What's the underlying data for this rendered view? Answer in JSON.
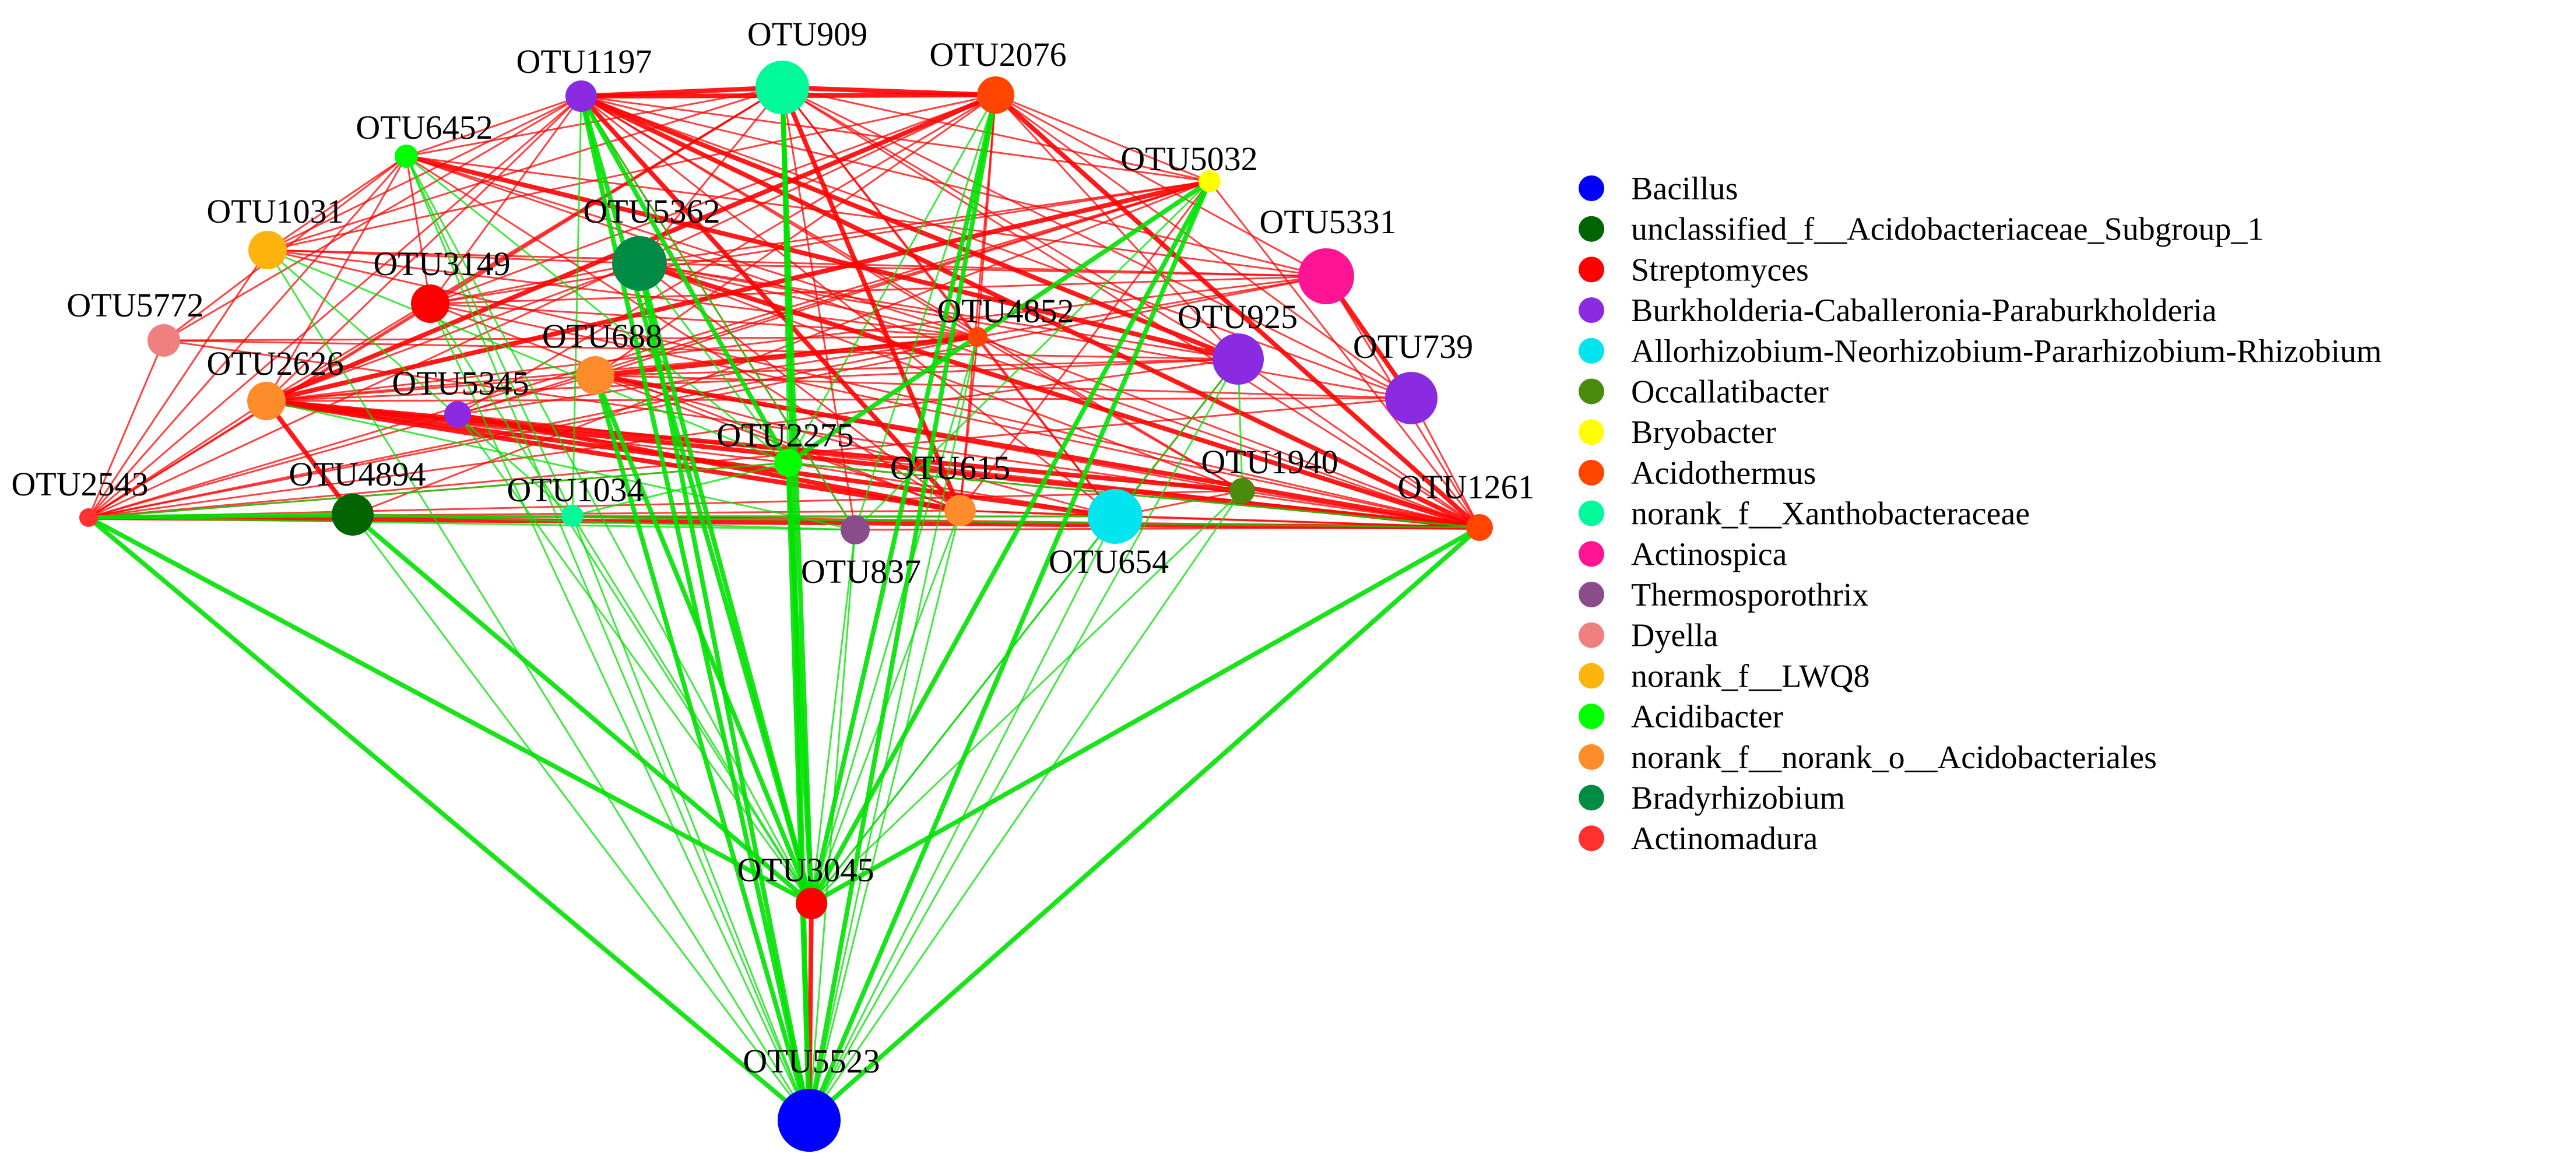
{
  "legend": [
    {
      "name": "Bacillus",
      "color": "#0000ff"
    },
    {
      "name": "unclassified_f__Acidobacteriaceae_Subgroup_1",
      "color": "#006400"
    },
    {
      "name": "Streptomyces",
      "color": "#ff0000"
    },
    {
      "name": "Burkholderia-Caballeronia-Paraburkholderia",
      "color": "#8a2be2"
    },
    {
      "name": "Allorhizobium-Neorhizobium-Pararhizobium-Rhizobium",
      "color": "#00e5ee"
    },
    {
      "name": "Occallatibacter",
      "color": "#4a8b0e"
    },
    {
      "name": "Bryobacter",
      "color": "#ffff00"
    },
    {
      "name": "Acidothermus",
      "color": "#ff4500"
    },
    {
      "name": "norank_f__Xanthobacteraceae",
      "color": "#00fa9a"
    },
    {
      "name": "Actinospica",
      "color": "#ff1493"
    },
    {
      "name": "Thermosporothrix",
      "color": "#8b4c8b"
    },
    {
      "name": "Dyella",
      "color": "#f08080"
    },
    {
      "name": "norank_f__LWQ8",
      "color": "#ffb30f"
    },
    {
      "name": "Acidibacter",
      "color": "#00ff00"
    },
    {
      "name": "norank_f__norank_o__Acidobacteriales",
      "color": "#ff8c2a"
    },
    {
      "name": "Bradyrhizobium",
      "color": "#008b45"
    },
    {
      "name": "Actinomadura",
      "color": "#ff3030"
    }
  ],
  "edge_colors": {
    "positive": "#ff0000",
    "negative": "#00e000"
  },
  "nodes": [
    {
      "id": "OTU909",
      "genus": 8
    },
    {
      "id": "OTU2076",
      "genus": 7
    },
    {
      "id": "OTU1197",
      "genus": 3
    },
    {
      "id": "OTU6452",
      "genus": 13
    },
    {
      "id": "OTU5032",
      "genus": 6
    },
    {
      "id": "OTU1031",
      "genus": 12
    },
    {
      "id": "OTU5362",
      "genus": 15
    },
    {
      "id": "OTU5331",
      "genus": 9
    },
    {
      "id": "OTU3149",
      "genus": 2
    },
    {
      "id": "OTU5772",
      "genus": 11
    },
    {
      "id": "OTU4852",
      "genus": 7
    },
    {
      "id": "OTU925",
      "genus": 3
    },
    {
      "id": "OTU688",
      "genus": 14
    },
    {
      "id": "OTU739",
      "genus": 3
    },
    {
      "id": "OTU2626",
      "genus": 14
    },
    {
      "id": "OTU5345",
      "genus": 3
    },
    {
      "id": "OTU2275",
      "genus": 13
    },
    {
      "id": "OTU1940",
      "genus": 5
    },
    {
      "id": "OTU2543",
      "genus": 16
    },
    {
      "id": "OTU4894",
      "genus": 1
    },
    {
      "id": "OTU1034",
      "genus": 8
    },
    {
      "id": "OTU615",
      "genus": 14
    },
    {
      "id": "OTU1261",
      "genus": 7
    },
    {
      "id": "OTU837",
      "genus": 10
    },
    {
      "id": "OTU654",
      "genus": 4
    },
    {
      "id": "OTU3045",
      "genus": 2
    },
    {
      "id": "OTU5523",
      "genus": 0
    }
  ]
}
